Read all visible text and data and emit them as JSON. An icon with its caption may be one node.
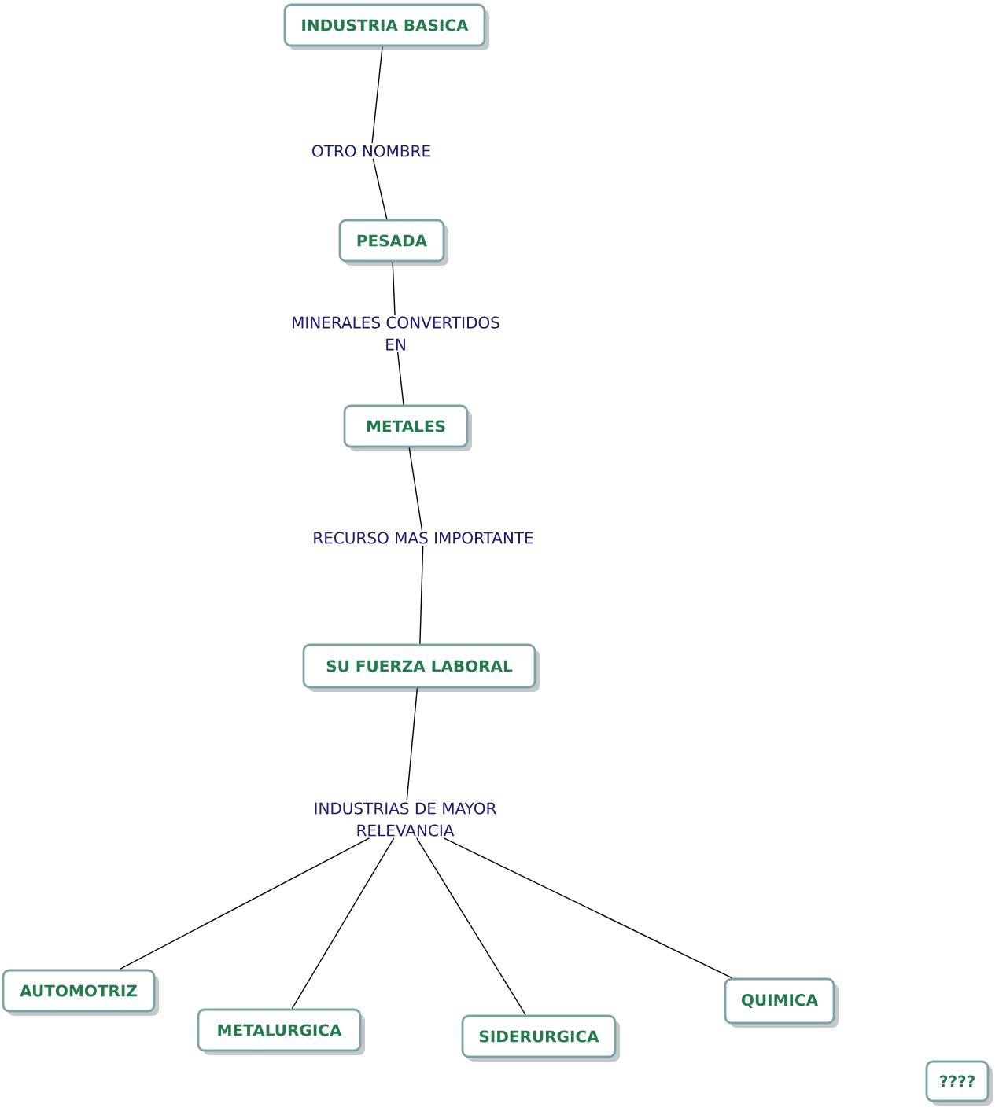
{
  "diagram": {
    "nodes": [
      {
        "text": [
          "INDUSTRIA BASICA"
        ]
      },
      {
        "text": [
          "OTRO NOMBRE"
        ]
      },
      {
        "text": [
          "PESADA"
        ]
      },
      {
        "text": [
          "MINERALES CONVERTIDOS EN"
        ]
      },
      {
        "text": [
          "METALES"
        ]
      },
      {
        "text": [
          "RECURSO MAS IMPORTANTE"
        ]
      },
      {
        "text": [
          "SU FUERZA LABORAL"
        ]
      },
      {
        "text": [
          "INDUSTRIAS DE MAYOR RELEVANCIA"
        ]
      },
      {
        "text": [
          "AUTOMOTRIZ"
        ]
      },
      {
        "text": [
          "METALURGICA"
        ]
      },
      {
        "text": [
          "SIDERURGICA"
        ]
      },
      {
        "text": [
          "QUIMICA"
        ]
      },
      {
        "text": [
          "????"
        ]
      }
    ],
    "edges": [
      {
        "from": 0,
        "to": 1,
        "arrow": "none"
      },
      {
        "from": 1,
        "to": 2,
        "arrow": "none"
      },
      {
        "from": 2,
        "to": 3,
        "arrow": "none"
      },
      {
        "from": 3,
        "to": 4,
        "arrow": "none"
      },
      {
        "from": 4,
        "to": 5,
        "arrow": "none"
      },
      {
        "from": 5,
        "to": 6,
        "arrow": "none"
      },
      {
        "from": 6,
        "to": 7,
        "arrow": "none"
      },
      {
        "from": 7,
        "to": 8,
        "arrow": "none"
      },
      {
        "from": 7,
        "to": 9,
        "arrow": "none"
      },
      {
        "from": 7,
        "to": 10,
        "arrow": "none"
      },
      {
        "from": 7,
        "to": 11,
        "arrow": "none"
      }
    ]
  }
}
